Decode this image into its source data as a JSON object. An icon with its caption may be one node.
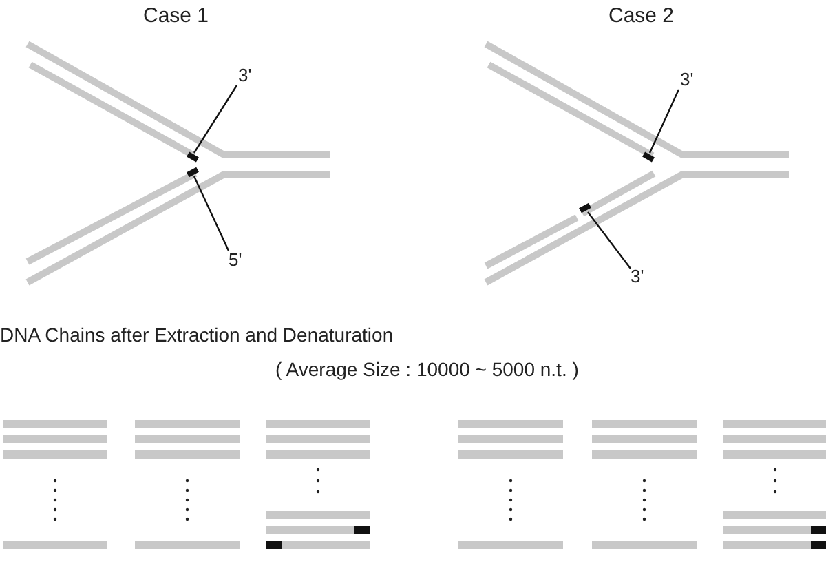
{
  "diagram": {
    "nodes": [
      {
        "text": [
          "3'"
        ]
      },
      {
        "text": [],
        "shape": "bar"
      },
      {
        "text": [],
        "shape": "bar"
      },
      {
        "text": [
          "5'"
        ]
      },
      {
        "text": [
          "3'"
        ]
      },
      {
        "text": [],
        "shape": "bar"
      },
      {
        "text": [],
        "shape": "bar"
      },
      {
        "text": [
          "3'"
        ]
      }
    ],
    "edges": [
      {
        "from": 0,
        "to": 1,
        "arrow": "none"
      },
      {
        "from": 3,
        "to": 2,
        "arrow": "none"
      },
      {
        "from": 4,
        "to": 5,
        "arrow": "none"
      },
      {
        "from": 7,
        "to": 6,
        "arrow": "none"
      }
    ],
    "labels": [
      "Case 1",
      "Case 2",
      "DNA Chains after Extraction and Denaturation",
      "( Average Size : 10000 ~ 5000 n.t. )"
    ]
  }
}
